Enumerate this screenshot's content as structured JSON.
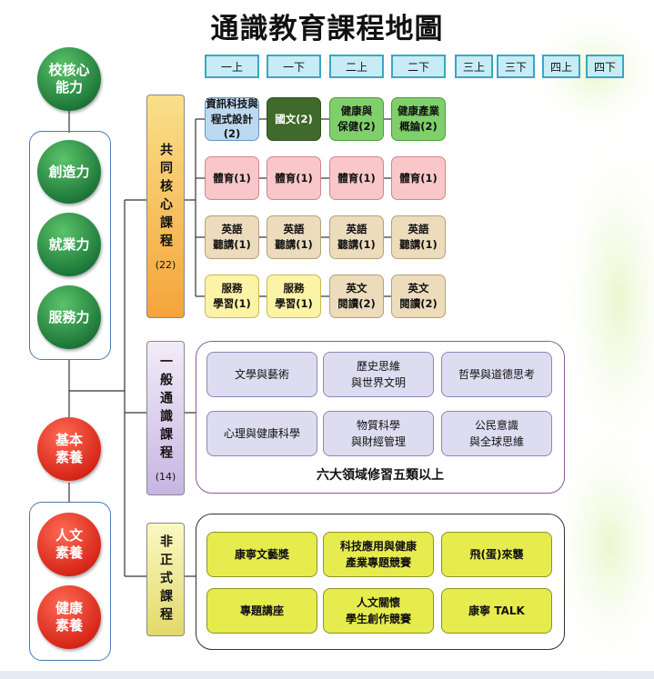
{
  "title": "通識教育課程地圖",
  "semesters": [
    "一上",
    "一下",
    "二上",
    "二下",
    "三上",
    "三下",
    "四上",
    "四下"
  ],
  "core": {
    "top": "校核心\n能力",
    "abilities": [
      "創造力",
      "就業力",
      "服務力"
    ],
    "basic": "基本\n素養",
    "literacy": [
      "人文\n素養",
      "健康\n素養"
    ]
  },
  "categories": {
    "common": {
      "label": "共同核心課程",
      "credits": "(22)"
    },
    "general": {
      "label": "一般通識課程",
      "credits": "(14)"
    },
    "informal": {
      "label": "非正式課程"
    }
  },
  "common_courses": [
    [
      "資訊科技與\n程式設計(2)",
      "國文(2)",
      "健康與\n保健(2)",
      "健康產業\n概論(2)"
    ],
    [
      "體育(1)",
      "體育(1)",
      "體育(1)",
      "體育(1)"
    ],
    [
      "英語\n聽講(1)",
      "英語\n聽講(1)",
      "英語\n聽講(1)",
      "英語\n聽講(1)"
    ],
    [
      "服務\n學習(1)",
      "服務\n學習(1)",
      "英文\n閱讀(2)",
      "英文\n閱讀(2)"
    ]
  ],
  "general_courses": [
    "文學與藝術",
    "歷史思維\n與世界文明",
    "哲學與道德思考",
    "心理與健康科學",
    "物質科學\n與財經管理",
    "公民意識\n與全球思維"
  ],
  "general_note": "六大領域修習五類以上",
  "informal_courses": [
    "康寧文藝獎",
    "科技應用與健康\n產業專題競賽",
    "飛(蛋)來襲",
    "專題講座",
    "人文關懷\n學生創作競賽",
    "康寧 TALK"
  ],
  "colors": {
    "green": "#1f7a3a",
    "red": "#d8281a",
    "semester_border": "#3aa6c4"
  }
}
